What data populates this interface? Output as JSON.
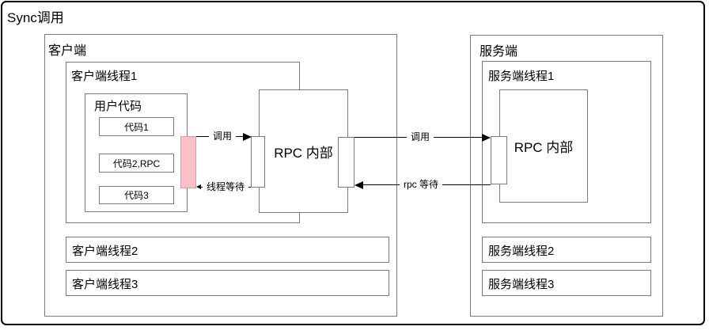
{
  "title": "Sync调用",
  "client": {
    "label": "客户端",
    "thread1": {
      "label": "客户端线程1",
      "user_code": {
        "label": "用户代码",
        "blocks": [
          "代码1",
          "代码2,RPC",
          "代码3"
        ]
      },
      "rpc_internal": "RPC 内部"
    },
    "thread2": "客户端线程2",
    "thread3": "客户端线程3"
  },
  "server": {
    "label": "服务端",
    "thread1": {
      "label": "服务端线程1",
      "rpc_internal": "RPC 内部"
    },
    "thread2": "服务端线程2",
    "thread3": "服务端线程3"
  },
  "arrows": {
    "client_call": "调用",
    "thread_wait": "线程等待",
    "remote_call": "调用",
    "rpc_wait": "rpc 等待"
  },
  "colors": {
    "highlight_pink": "#f9c0c5",
    "box_border": "#7a7a7a",
    "arrow_black": "#000000"
  }
}
